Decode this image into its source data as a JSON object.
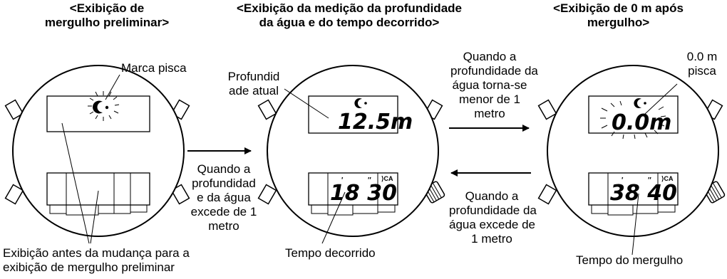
{
  "headers": {
    "left": [
      "<Exibição de",
      "mergulho preliminar>"
    ],
    "middle": [
      "<Exibição da medição da profundidade",
      "da água e do tempo decorrido>"
    ],
    "right": [
      "<Exibição de 0 m após",
      "mergulho>"
    ]
  },
  "labels": {
    "marca_pisca": "Marca pisca",
    "profundidade_atual": [
      "Profundid",
      "ade atual"
    ],
    "zero_pisca": [
      "0.0 m",
      "pisca"
    ],
    "exibicao_antes": [
      "Exibição antes da mudança para a",
      "exibição de mergulho preliminar"
    ],
    "tempo_decorrido": "Tempo decorrido",
    "tempo_mergulho": "Tempo do mergulho"
  },
  "transitions": {
    "left_to_middle": [
      "Quando a",
      "profundidad",
      "e da água",
      "excede de 1",
      "metro"
    ],
    "middle_to_right": [
      "Quando a",
      "profundidade da",
      "água torna-se",
      "menor de 1",
      "metro"
    ],
    "right_to_middle": [
      "Quando a",
      "profundidade da",
      "água excede de",
      "1 metro"
    ]
  },
  "displays": {
    "middle_depth": "12.5m",
    "middle_time": "18 30",
    "right_depth": "0.0m",
    "right_time": "38 40",
    "mode_tag": "⟩CA"
  }
}
